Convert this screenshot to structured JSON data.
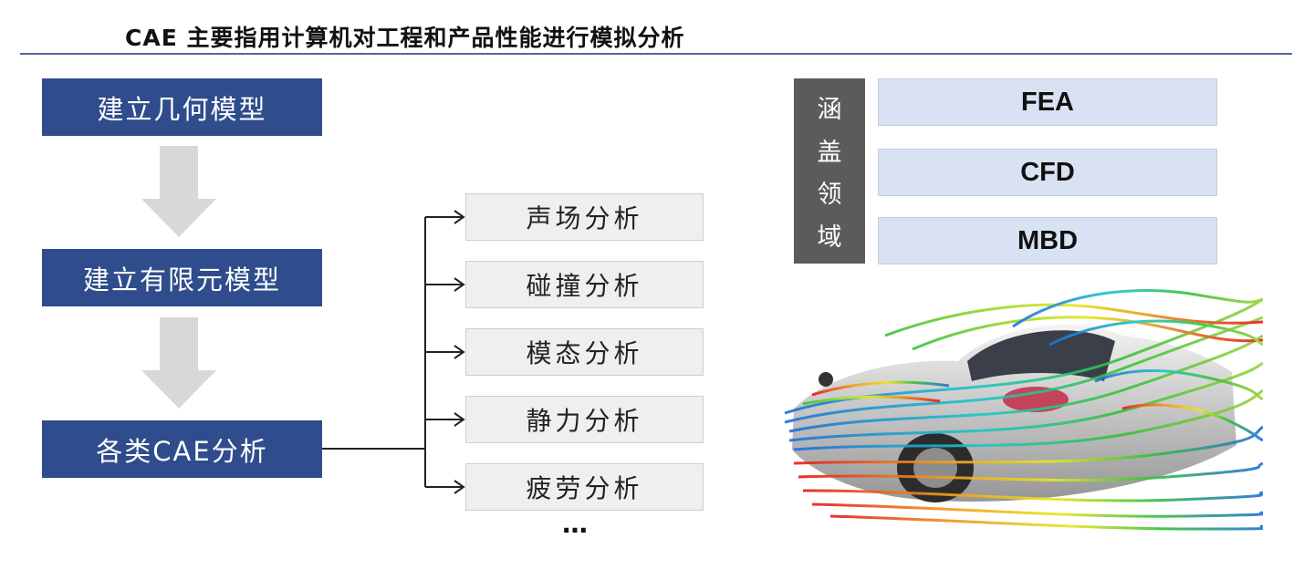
{
  "header": {
    "title": "CAE 主要指用计算机对工程和产品性能进行模拟分析"
  },
  "flow": {
    "steps": [
      {
        "label": "建立几何模型"
      },
      {
        "label": "建立有限元模型"
      },
      {
        "label": "各类CAE分析"
      }
    ],
    "arrow_color": "#d8d8d8",
    "box_color": "#2f4d8c"
  },
  "analyses": {
    "items": [
      {
        "label": "声场分析"
      },
      {
        "label": "碰撞分析"
      },
      {
        "label": "模态分析"
      },
      {
        "label": "静力分析"
      },
      {
        "label": "疲劳分析"
      }
    ],
    "more": "…"
  },
  "coverage": {
    "label_chars": [
      "涵",
      "盖",
      "领",
      "域"
    ],
    "fields": [
      {
        "label": "FEA"
      },
      {
        "label": "CFD"
      },
      {
        "label": "MBD"
      }
    ],
    "more": "…"
  },
  "image": {
    "icon": "car-streamline-cfd-simulation-icon"
  }
}
